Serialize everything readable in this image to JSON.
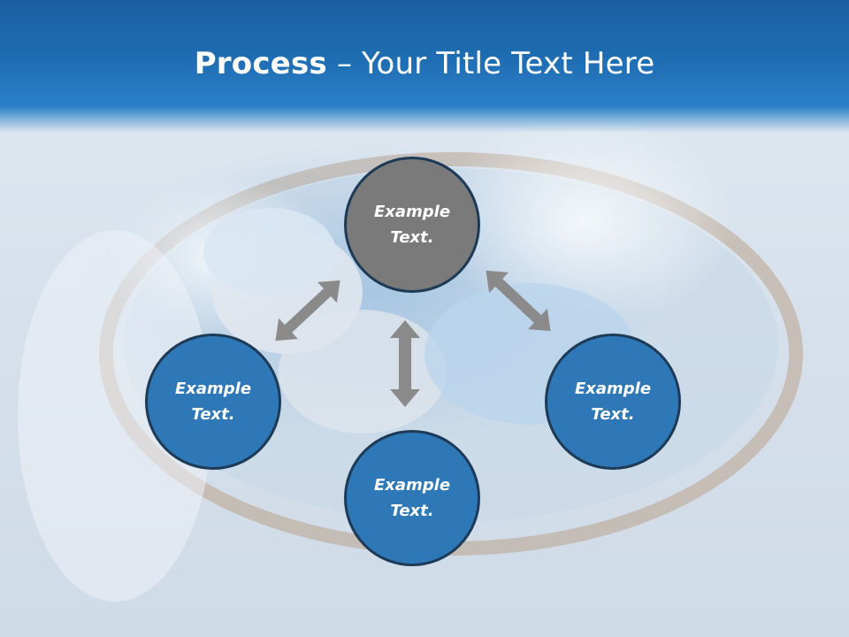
{
  "header": {
    "title_strong": "Process",
    "title_rest": " – Your Title Text Here"
  },
  "nodes": {
    "top": {
      "line1": "Example",
      "line2": "Text."
    },
    "left": {
      "line1": "Example",
      "line2": "Text."
    },
    "right": {
      "line1": "Example",
      "line2": "Text."
    },
    "bottom": {
      "line1": "Example",
      "line2": "Text."
    }
  },
  "colors": {
    "header": "#1f6db3",
    "node_gray": "#7a7a7a",
    "node_blue": "#2f78b8",
    "node_border": "#1d3a57",
    "arrow": "#8a8a8a"
  }
}
